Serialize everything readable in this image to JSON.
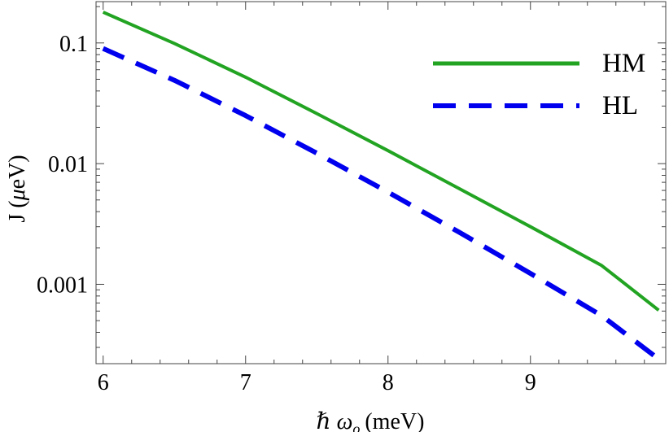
{
  "chart_data": {
    "type": "line",
    "title": "",
    "xlabel": "ℏ ω",
    "xlabel_sub": "o",
    "xlabel_unit": "(meV)",
    "ylabel": "J (",
    "ylabel_mu": "μ",
    "ylabel_unit": "eV)",
    "xlim": [
      5.95,
      9.95
    ],
    "ylim": [
      0.00022,
      0.22
    ],
    "yscale": "log",
    "grid": false,
    "legend": "top-right",
    "x_ticks": [
      6,
      7,
      8,
      9
    ],
    "x_tick_labels": [
      "6",
      "7",
      "8",
      "9"
    ],
    "y_ticks": [
      0.1,
      0.01,
      0.001
    ],
    "y_tick_labels": [
      "0.1",
      "0.01",
      "0.001"
    ],
    "series": [
      {
        "name": "HM",
        "color": "#22a422",
        "style": "solid",
        "x": [
          6.0,
          6.5,
          7.0,
          7.5,
          8.0,
          8.5,
          9.0,
          9.5,
          9.9
        ],
        "y": [
          0.18,
          0.099,
          0.052,
          0.026,
          0.0128,
          0.0062,
          0.003,
          0.00143,
          0.00061
        ]
      },
      {
        "name": "HL",
        "color": "#0000ee",
        "style": "dashed",
        "x": [
          6.0,
          6.5,
          7.0,
          7.5,
          8.0,
          8.5,
          9.0,
          9.5,
          9.9
        ],
        "y": [
          0.09,
          0.049,
          0.025,
          0.0122,
          0.0058,
          0.0027,
          0.00123,
          0.00055,
          0.00024
        ]
      }
    ]
  }
}
